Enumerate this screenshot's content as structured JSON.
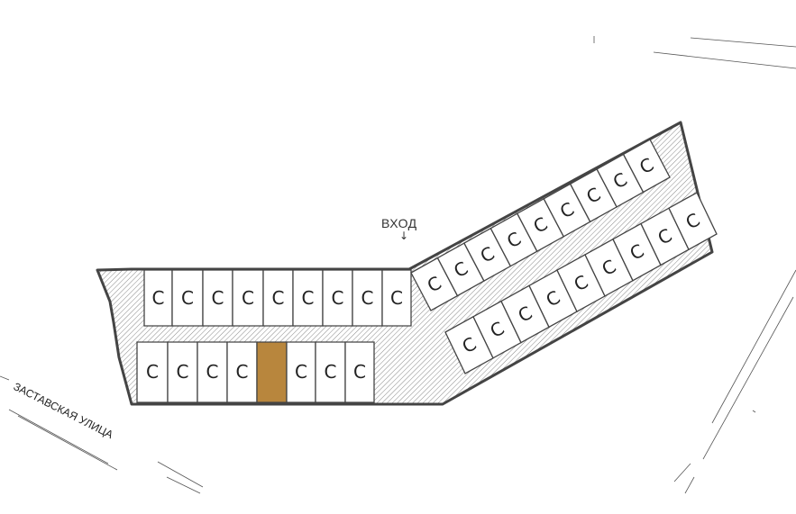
{
  "plan": {
    "entrance_label": "ВХОД",
    "entrance_arrow": "↓",
    "street_label": "ЗАСТАВСКАЯ УЛИЦА",
    "cell_letter": "С",
    "highlighted_cell": {
      "row": "bottom_left",
      "index": 4
    },
    "colors": {
      "highlight": "#b8863d",
      "wall": "#444444",
      "hatch": "#888888",
      "road_line": "#555555"
    }
  }
}
